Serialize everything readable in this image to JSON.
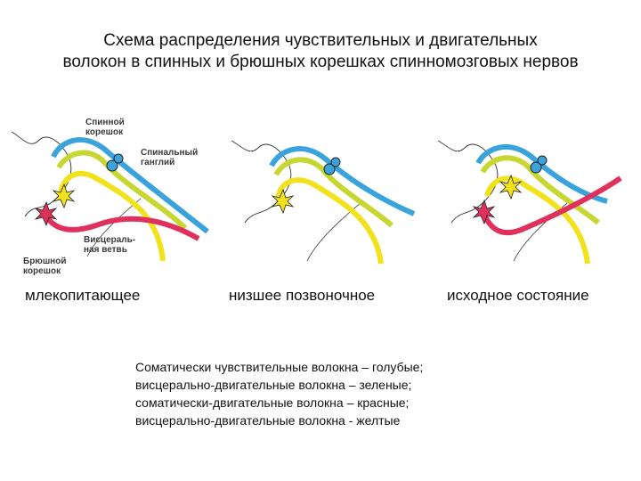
{
  "title": {
    "line1": "Схема распределения чувствительных и двигательных",
    "line2": "волокон в спинных и брюшных корешках спинномозговых нервов"
  },
  "labels": {
    "spinal_root": [
      "Спинной",
      "корешок"
    ],
    "spinal_ganglion": [
      "Спинальный",
      "ганглий"
    ],
    "visceral_branch": [
      "Висцераль-",
      "ная ветвь"
    ],
    "ventral_root": [
      "Брюшной",
      "корешок"
    ]
  },
  "captions": [
    "млекопитающее",
    "низшее позвоночное",
    "исходное состояние"
  ],
  "legend": [
    "Соматически чувствительные волокна – голубые;",
    "висцерально-двигательные волокна – зеленые;",
    "соматически-двигательные волокна – красные;",
    "висцерально-двигательные волокна - желтые"
  ],
  "colors": {
    "somatic_sensory": "#3aa3dc",
    "visceral_motor_green": "#c8d631",
    "somatic_motor": "#e0305c",
    "visceral_motor_yellow": "#f2e21e",
    "outline": "#333333"
  }
}
